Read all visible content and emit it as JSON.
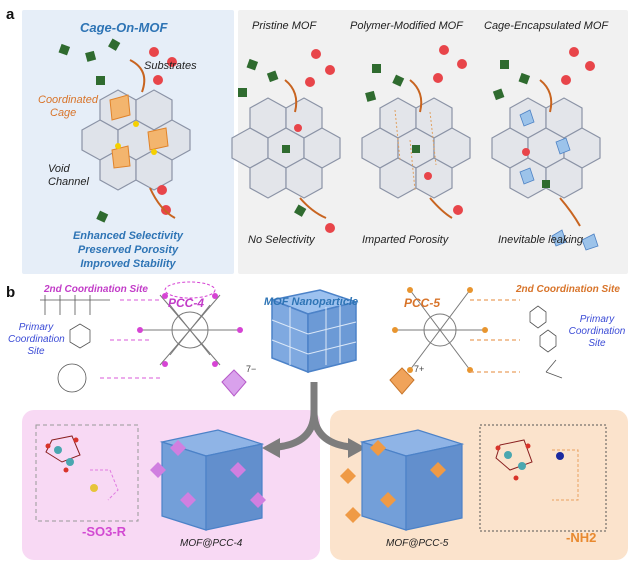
{
  "panel_a": {
    "letter": "a",
    "left_title": "Cage-On-MOF",
    "coordinated_cage_line1": "Coordinated",
    "coordinated_cage_line2": "Cage",
    "substrates": "Substrates",
    "void_line1": "Void",
    "void_line2": "Channel",
    "benefit_1": "Enhanced Selectivity",
    "benefit_2": "Preserved Porosity",
    "benefit_3": "Improved Stability",
    "col_titles": [
      "Pristine MOF",
      "Polymer-Modified MOF",
      "Cage-Encapsulated MOF"
    ],
    "col_captions": [
      "No Selectivity",
      "Imparted Porosity",
      "Inevitable leaking"
    ]
  },
  "panel_b": {
    "letter": "b",
    "site2_left": "2nd Coordination Site",
    "site2_right": "2nd Coordination Site",
    "pcc4": "PCC-4",
    "pcc5": "PCC-5",
    "mof_np": "MOF Nanoparticle",
    "primary_left_1": "Primary",
    "primary_left_2": "Coordination",
    "primary_left_3": "Site",
    "primary_right_1": "Primary",
    "primary_right_2": "Coordination",
    "primary_right_3": "Site",
    "charge_left": "7−",
    "charge_right": "7+",
    "so3r": "-SO3-R",
    "nh2": "-NH2",
    "mof_pcc4": "MOF@PCC-4",
    "mof_pcc5": "MOF@PCC-5"
  },
  "colors": {
    "blue_text": "#2e74b5",
    "orange": "#e8892f",
    "magenta": "#c23cc8",
    "mof_blue": "#5b8fd6"
  }
}
